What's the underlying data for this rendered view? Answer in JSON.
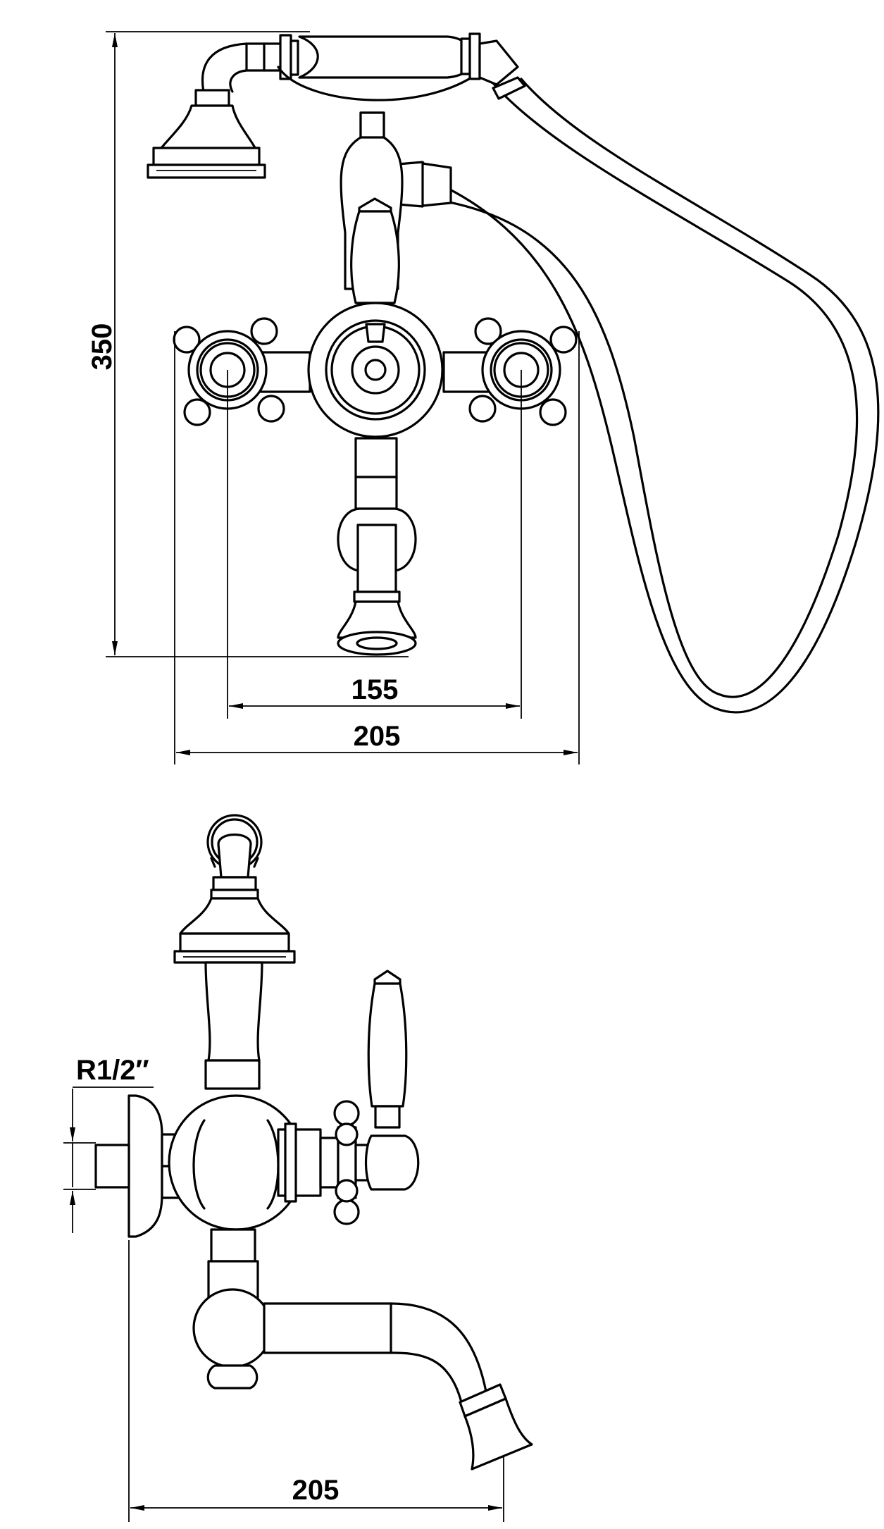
{
  "front_view": {
    "dimensions": {
      "height": "350",
      "handle_spacing": "155",
      "overall_width": "205"
    }
  },
  "side_view": {
    "dimensions": {
      "thread": "R1/2″",
      "projection": "205"
    }
  }
}
